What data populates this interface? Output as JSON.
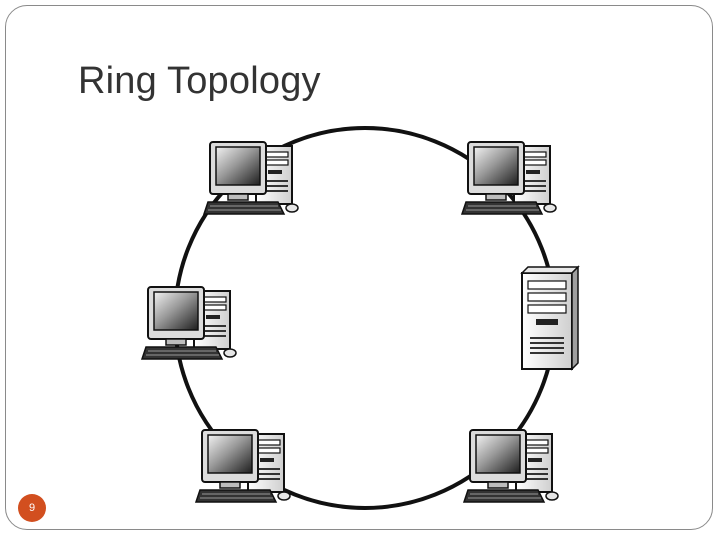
{
  "slide": {
    "title": "Ring Topology",
    "page_number": "9",
    "accent_color": "#d24f1f"
  },
  "diagram": {
    "topology": "ring",
    "nodes": [
      {
        "id": "workstation-top-left",
        "kind": "desktop-computer-icon"
      },
      {
        "id": "workstation-top-right",
        "kind": "desktop-computer-icon"
      },
      {
        "id": "workstation-left",
        "kind": "desktop-computer-icon"
      },
      {
        "id": "server-right",
        "kind": "tower-server-icon"
      },
      {
        "id": "workstation-bottom-left",
        "kind": "desktop-computer-icon"
      },
      {
        "id": "workstation-bottom-right",
        "kind": "desktop-computer-icon"
      }
    ]
  }
}
